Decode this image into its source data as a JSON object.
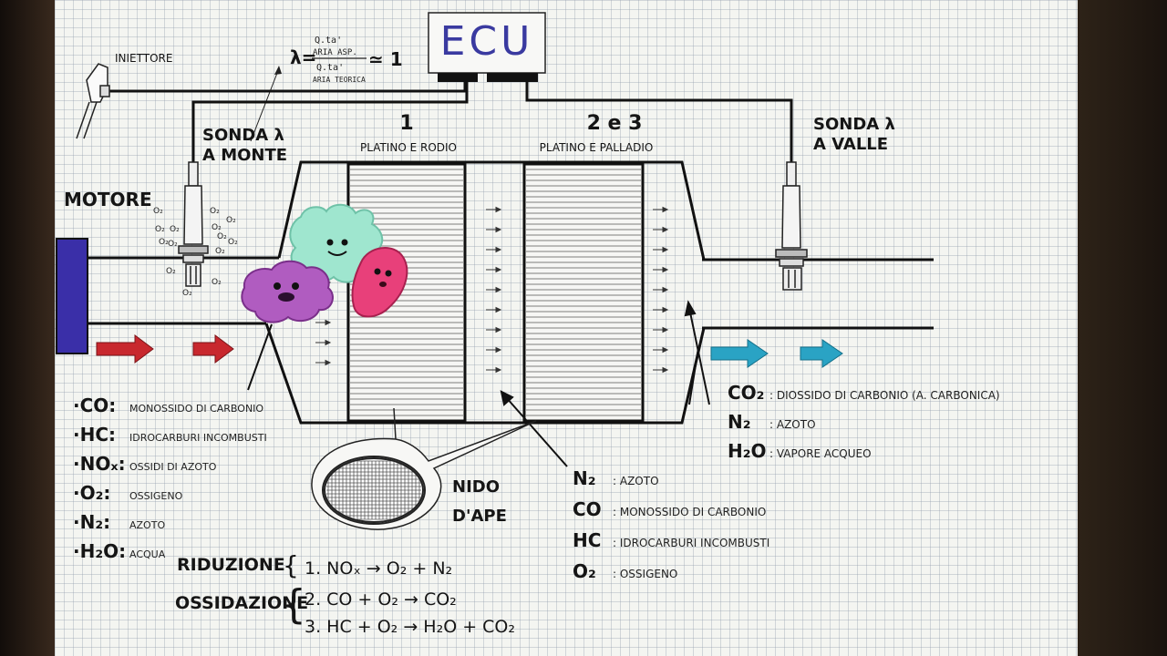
{
  "ecu": {
    "label": "ECU"
  },
  "lambda_formula": {
    "symbol": "λ=",
    "numerator_1": "Q.ta'",
    "numerator_2": "ARIA ASP.",
    "denominator_1": "Q.ta'",
    "denominator_2": "ARIA TEORICA",
    "result": "≃ 1"
  },
  "labels": {
    "iniettore": "INIETTORE",
    "sonda_monte_1": "SONDA λ",
    "sonda_monte_2": "A MONTE",
    "sonda_valle_1": "SONDA λ",
    "sonda_valle_2": "A VALLE",
    "motore": "MOTORE",
    "stage1_number": "1",
    "stage1_metals": "PLATINO E RODIO",
    "stage2_number": "2 e 3",
    "stage2_metals": "PLATINO E PALLADIO",
    "nido_1": "NIDO",
    "nido_2": "D'APE"
  },
  "o2_marks": "O₂",
  "inlet_gases": [
    {
      "formula": "·CO:",
      "desc": "MONOSSIDO DI CARBONIO"
    },
    {
      "formula": "·HC:",
      "desc": "IDROCARBURI INCOMBUSTI"
    },
    {
      "formula": "·NOₓ:",
      "desc": "OSSIDI DI AZOTO"
    },
    {
      "formula": "·O₂:",
      "desc": "OSSIGENO"
    },
    {
      "formula": "·N₂:",
      "desc": "AZOTO"
    },
    {
      "formula": "·H₂O:",
      "desc": "ACQUA"
    }
  ],
  "middle_gases": [
    {
      "formula": "N₂",
      "desc": ": AZOTO"
    },
    {
      "formula": "CO",
      "desc": ": MONOSSIDO DI CARBONIO"
    },
    {
      "formula": "HC",
      "desc": ": IDROCARBURI INCOMBUSTI"
    },
    {
      "formula": "O₂",
      "desc": ": OSSIGENO"
    }
  ],
  "outlet_gases": [
    {
      "formula": "CO₂",
      "desc": ": DIOSSIDO DI CARBONIO (A. CARBONICA)"
    },
    {
      "formula": "N₂",
      "desc": ": AZOTO"
    },
    {
      "formula": "H₂O",
      "desc": ": VAPORE ACQUEO"
    }
  ],
  "reactions": {
    "riduzione_label": "RIDUZIONE",
    "ossidazione_label": "OSSIDAZIONE",
    "r1": "1. NOₓ → O₂ + N₂",
    "r2": "2. CO + O₂ → CO₂",
    "r3": "3. HC + O₂ → H₂O + CO₂"
  },
  "colors": {
    "engine": "#3a2fa8",
    "inlet_arrow": "#c8282e",
    "outlet_arrow": "#2aa3c4",
    "ecu_text": "#3a3aa0",
    "microbe_purple": "#b05cc0",
    "microbe_mint": "#9fe6cf",
    "microbe_pink": "#e8407a"
  }
}
